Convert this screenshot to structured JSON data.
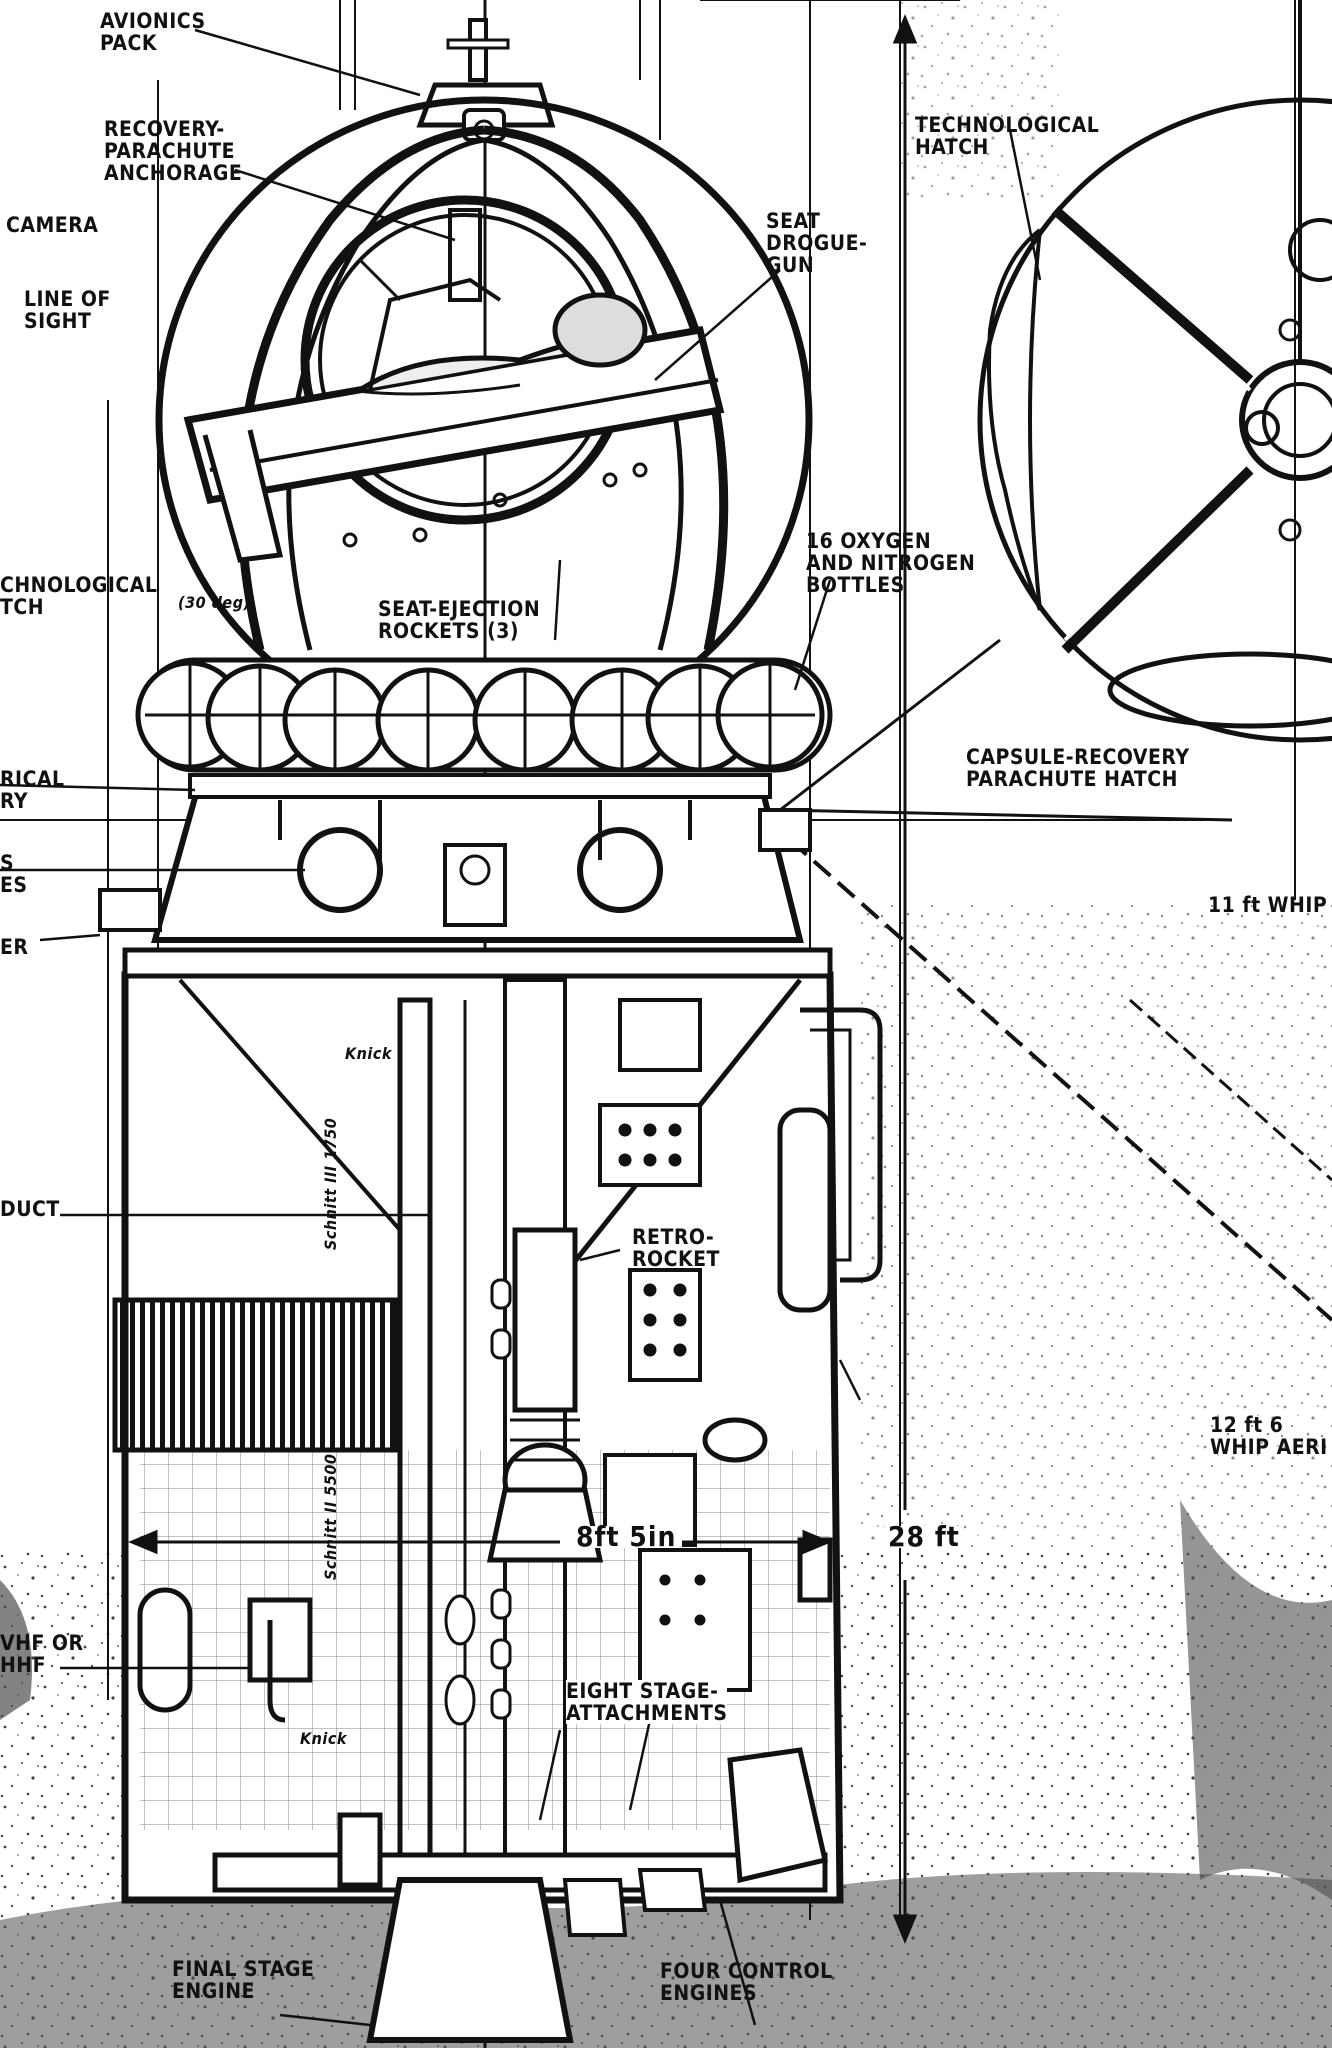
{
  "diagram": {
    "labels": {
      "avionics_pack": "AVIONICS\nPACK",
      "recovery_parachute": "RECOVERY-\nPARACHUTE\nANCHORAGE",
      "camera": "CAMERA",
      "line_of_sight": "LINE OF\nSIGHT",
      "seat_drogue_gun": "SEAT\nDROGUE-\nGUN",
      "technological_hatch_top": "TECHNOLOGICAL\nHATCH",
      "technological_hatch_left": "CHNOLOGICAL\nTCH",
      "oxygen_bottles": "16 OXYGEN\nAND NITROGEN\nBOTTLES",
      "seat_ejection": "SEAT-EJECTION\nROCKETS (3)",
      "thirty_deg": "(30 deg)",
      "capsule_recovery": "CAPSULE-RECOVERY\nPARACHUTE HATCH",
      "rical_ry": "RICAL\nRY",
      "s_es": "S\nES",
      "er": "ER",
      "whip_11": "11 ft WHIP",
      "duct": "DUCT",
      "knick": "Knick",
      "retro_rocket": "RETRO-\nROCKET",
      "whip_12": "12 ft 6\nWHIP AERI",
      "width_8ft": "8ft 5in",
      "height_28ft": "28 ft",
      "vhf_uhf": "VHF OR\nHHF",
      "eight_stage": "EIGHT STAGE-\nATTACHMENTS",
      "final_stage": "FINAL STAGE\nENGINE",
      "four_control": "FOUR CONTROL\nENGINES",
      "schnitt_1": "Schnitt III 1750",
      "schnitt_2": "Schnitt II 5500",
      "knick_2": "Knick"
    }
  }
}
